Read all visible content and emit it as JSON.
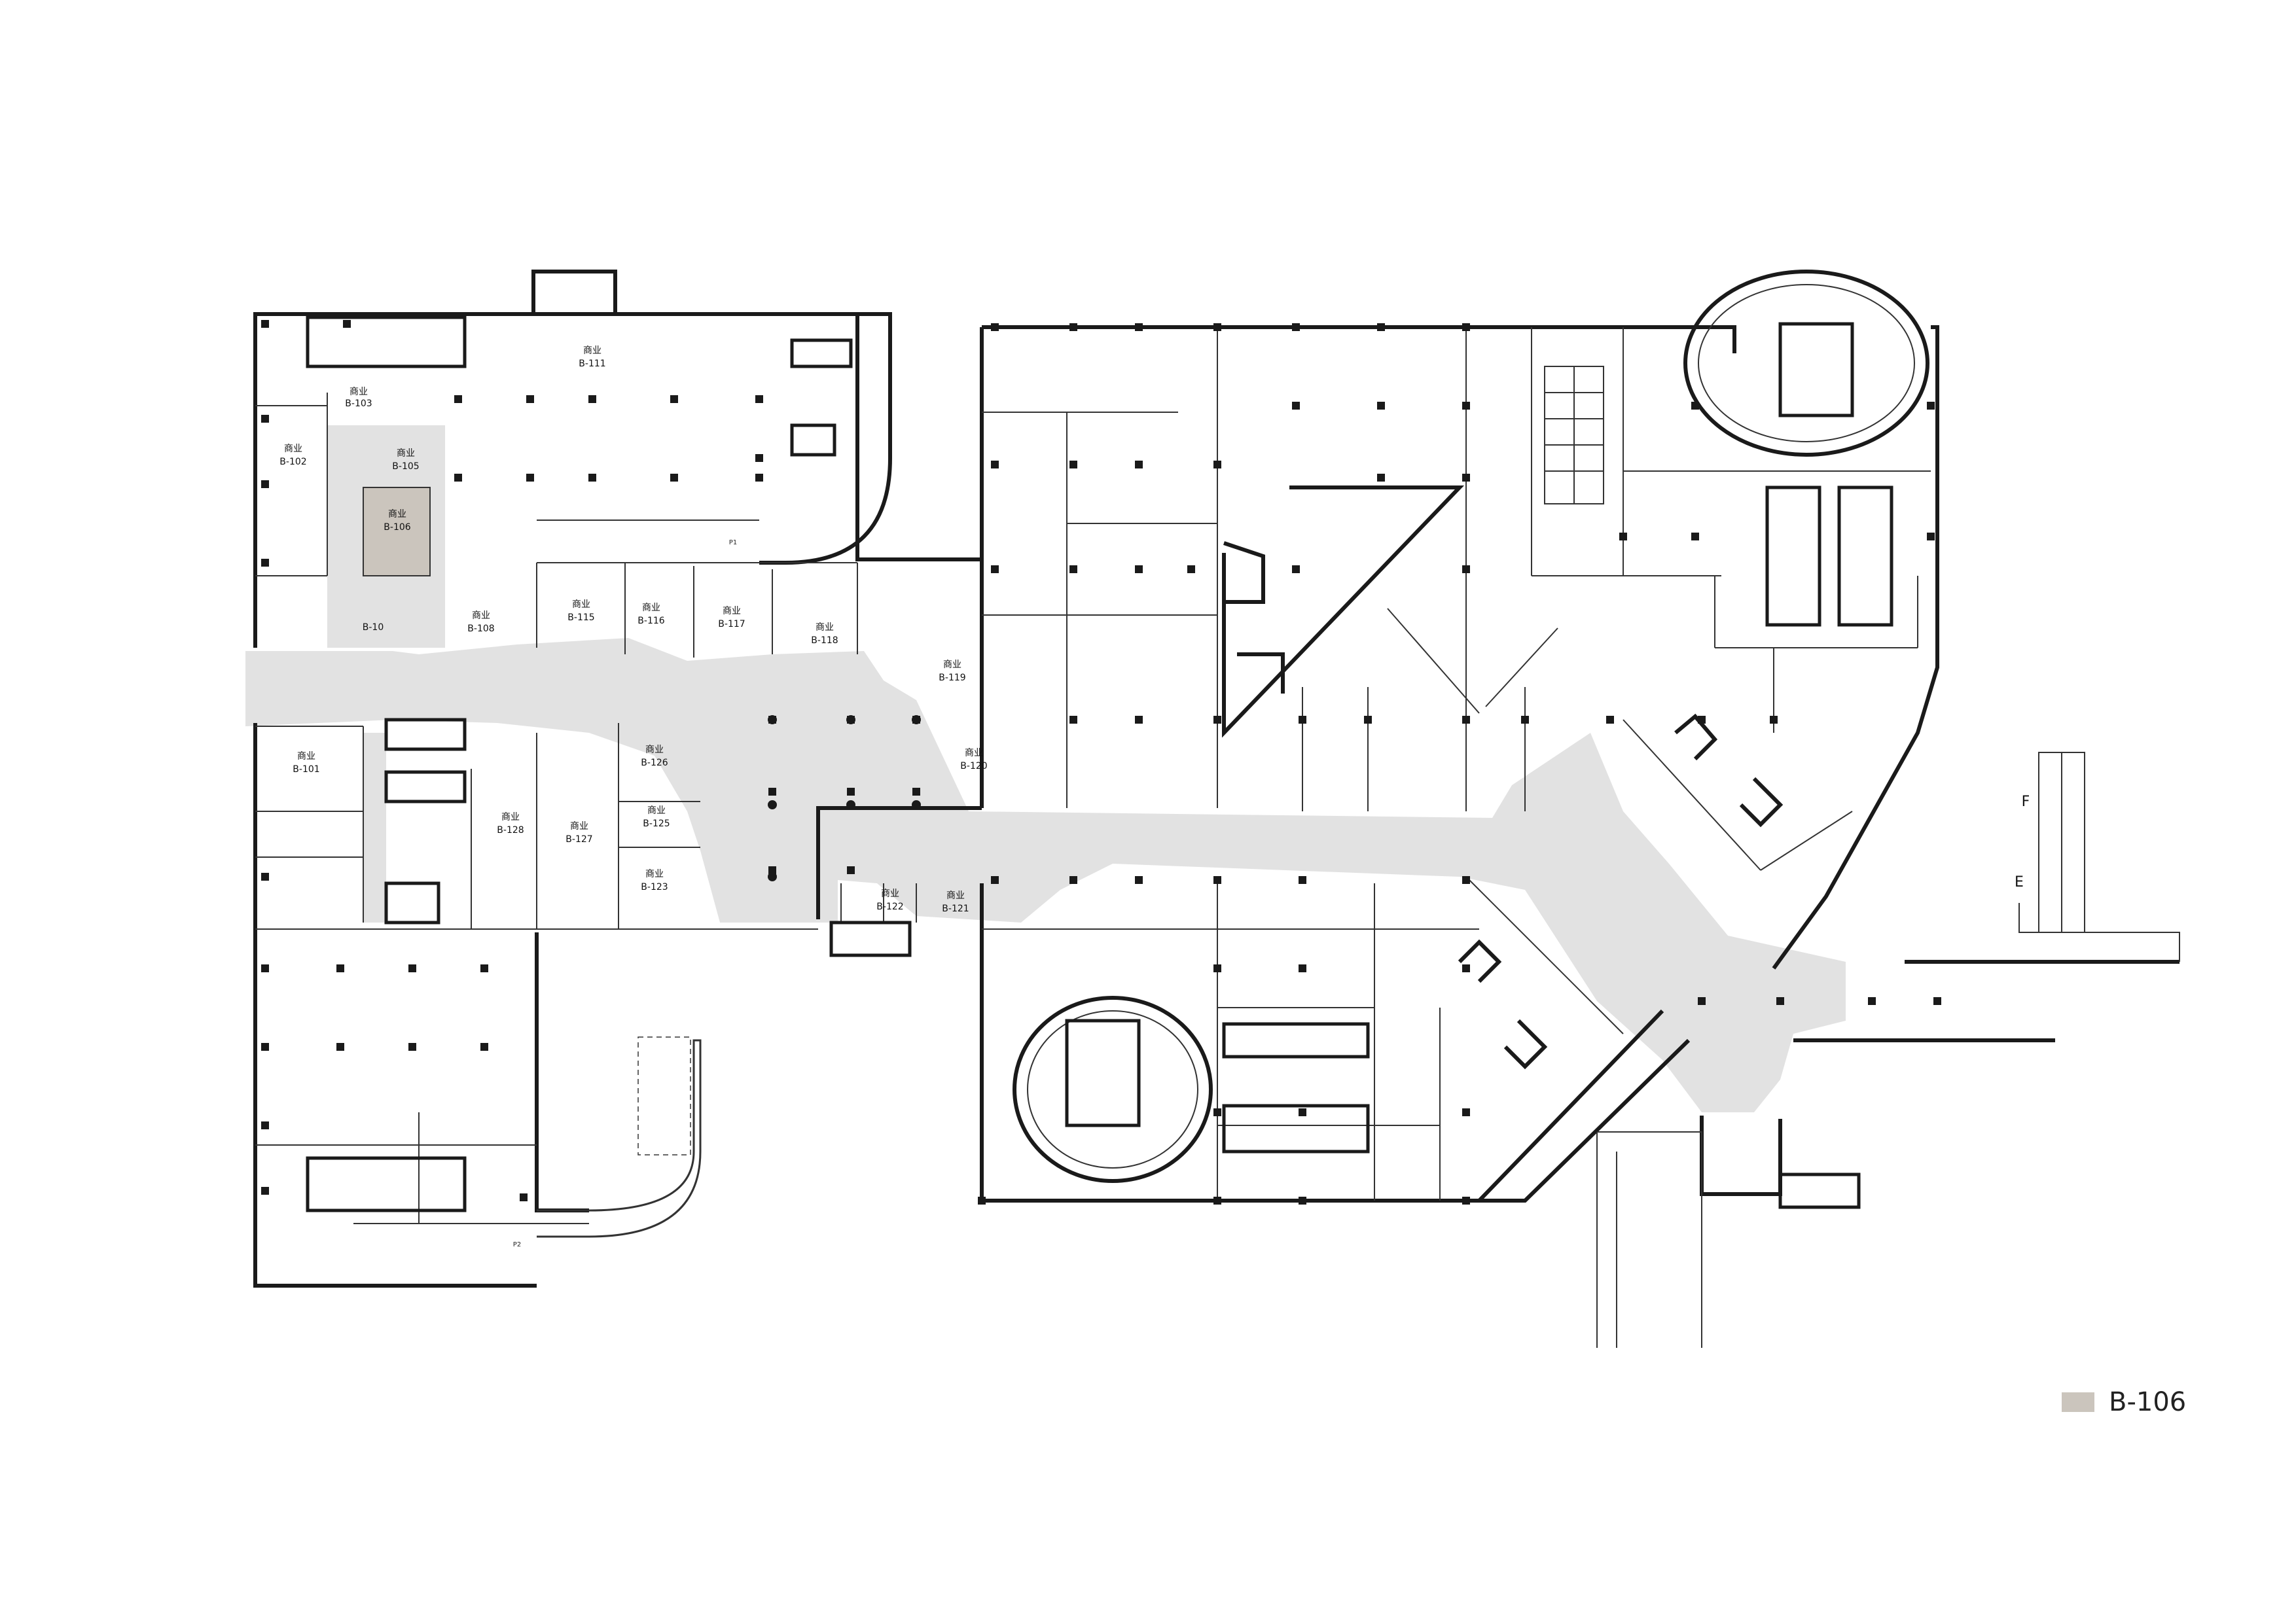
{
  "legend": {
    "label": "B-106",
    "color": "#cbc5bd"
  },
  "colors": {
    "corridor": "#e2e2e2",
    "highlight": "#cbc5bd",
    "wall": "#1a1a1a",
    "thin": "#333333"
  },
  "units": [
    {
      "id": "B-111",
      "type": "商业"
    },
    {
      "id": "B-102",
      "type": "商业"
    },
    {
      "id": "B-103",
      "type": "商业"
    },
    {
      "id": "B-105",
      "type": "商业"
    },
    {
      "id": "B-106",
      "type": "商业"
    },
    {
      "id": "B-108",
      "type": "商业"
    },
    {
      "id": "B-115",
      "type": "商业"
    },
    {
      "id": "B-116",
      "type": "商业"
    },
    {
      "id": "B-117",
      "type": "商业"
    },
    {
      "id": "B-118",
      "type": "商业"
    },
    {
      "id": "B-119",
      "type": "商业"
    },
    {
      "id": "B-120",
      "type": "商业"
    },
    {
      "id": "B-101",
      "type": "商业"
    },
    {
      "id": "B-126",
      "type": "商业"
    },
    {
      "id": "B-125",
      "type": "商业"
    },
    {
      "id": "B-123",
      "type": "商业"
    },
    {
      "id": "B-127",
      "type": "商业"
    },
    {
      "id": "B-128",
      "type": "商业"
    },
    {
      "id": "B-122",
      "type": "商业"
    },
    {
      "id": "B-121",
      "type": "商业"
    }
  ],
  "small_labels": {
    "p1": "P1",
    "p2": "P2",
    "b10": "B-10",
    "f": "F",
    "e": "E"
  }
}
